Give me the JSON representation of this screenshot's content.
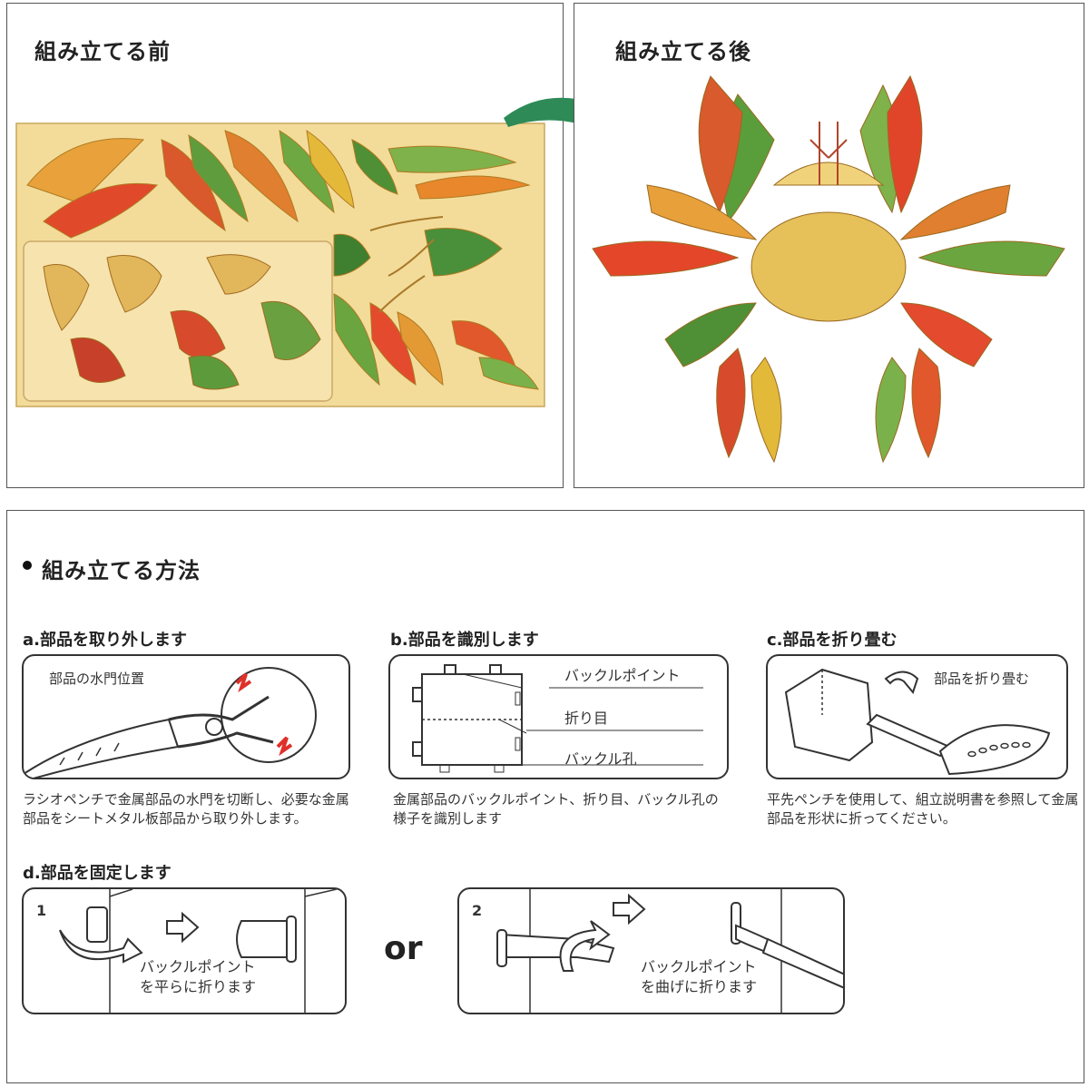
{
  "before": {
    "title": "組み立てる前"
  },
  "after": {
    "title": "組み立てる後"
  },
  "howto": {
    "heading": "組み立てる方法",
    "a": {
      "title": "a.部品を取り外します",
      "label": "部品の水門位置",
      "caption": "ラシオペンチで金属部品の水門を切断し、必要な金属部品をシートメタル板部品から取り外します。"
    },
    "b": {
      "title": "b.部品を識別します",
      "labels": [
        "バックルポイント",
        "折り目",
        "バックル孔"
      ],
      "caption": "金属部品のバックルポイント、折り目、バックル孔の様子を識別します"
    },
    "c": {
      "title": "c.部品を折り畳む",
      "label": "部品を折り畳む",
      "caption": "平先ペンチを使用して、組立説明書を参照して金属部品を形状に折ってください。"
    },
    "d": {
      "title": "d.部品を固定します",
      "or": "or",
      "step1": {
        "num": "1",
        "line1": "バックルポイント",
        "line2": "を平らに折ります"
      },
      "step2": {
        "num": "2",
        "line1": "バックルポイント",
        "line2": "を曲げに折ります"
      }
    }
  },
  "colors": {
    "arrow": "#2e8b57",
    "sheet": "#f0d890",
    "gold": "#d4a830",
    "red": "#e0452a",
    "green": "#5a9e3c"
  }
}
